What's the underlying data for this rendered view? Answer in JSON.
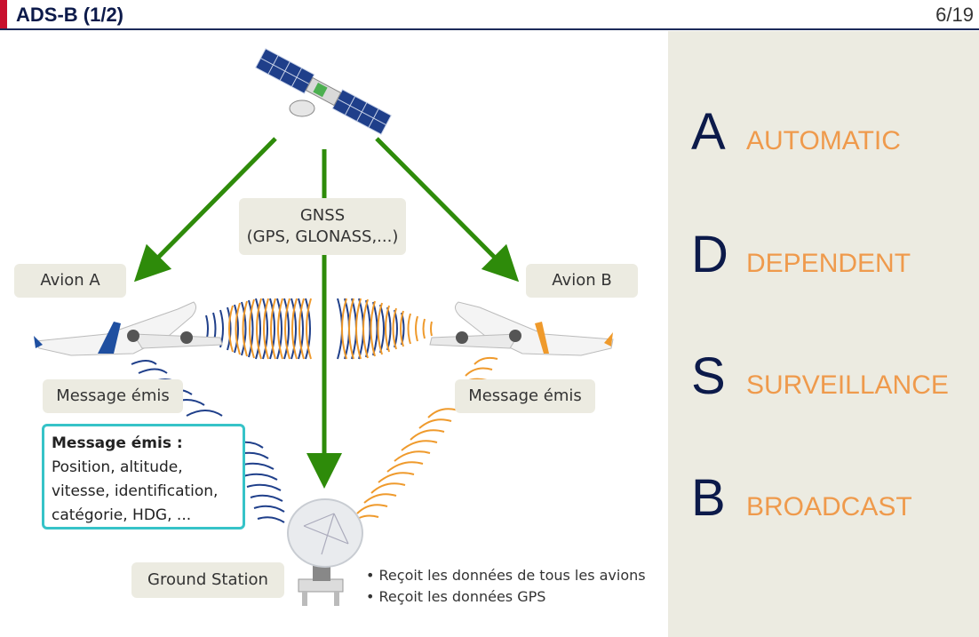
{
  "header": {
    "title": "ADS-B (1/2)",
    "page": "6/19"
  },
  "diagram": {
    "gnss_label_line1": "GNSS",
    "gnss_label_line2": "(GPS, GLONASS,...)",
    "avion_a": "Avion A",
    "avion_b": "Avion B",
    "message_a": "Message émis",
    "message_b": "Message émis",
    "ground_station": "Ground Station",
    "info_box": {
      "title": "Message émis :",
      "line1": "Position, altitude,",
      "line2": "vitesse, identification,",
      "line3": "catégorie, HDG, ..."
    },
    "bullets": [
      "• Reçoit les données de tous les avions",
      "• Reçoit les données GPS"
    ]
  },
  "acronym": [
    {
      "letter": "A",
      "word": "AUTOMATIC"
    },
    {
      "letter": "D",
      "word": "DEPENDENT"
    },
    {
      "letter": "S",
      "word": "SURVEILLANCE"
    },
    {
      "letter": "B",
      "word": "BROADCAST"
    }
  ],
  "colors": {
    "arrow": "#2e8b0a",
    "accent": "#ef9a4c",
    "navy": "#0c1a4a",
    "wave_blue": "#1f3f8a",
    "wave_orange": "#ef9a2c",
    "box_border": "#36c3c8"
  }
}
